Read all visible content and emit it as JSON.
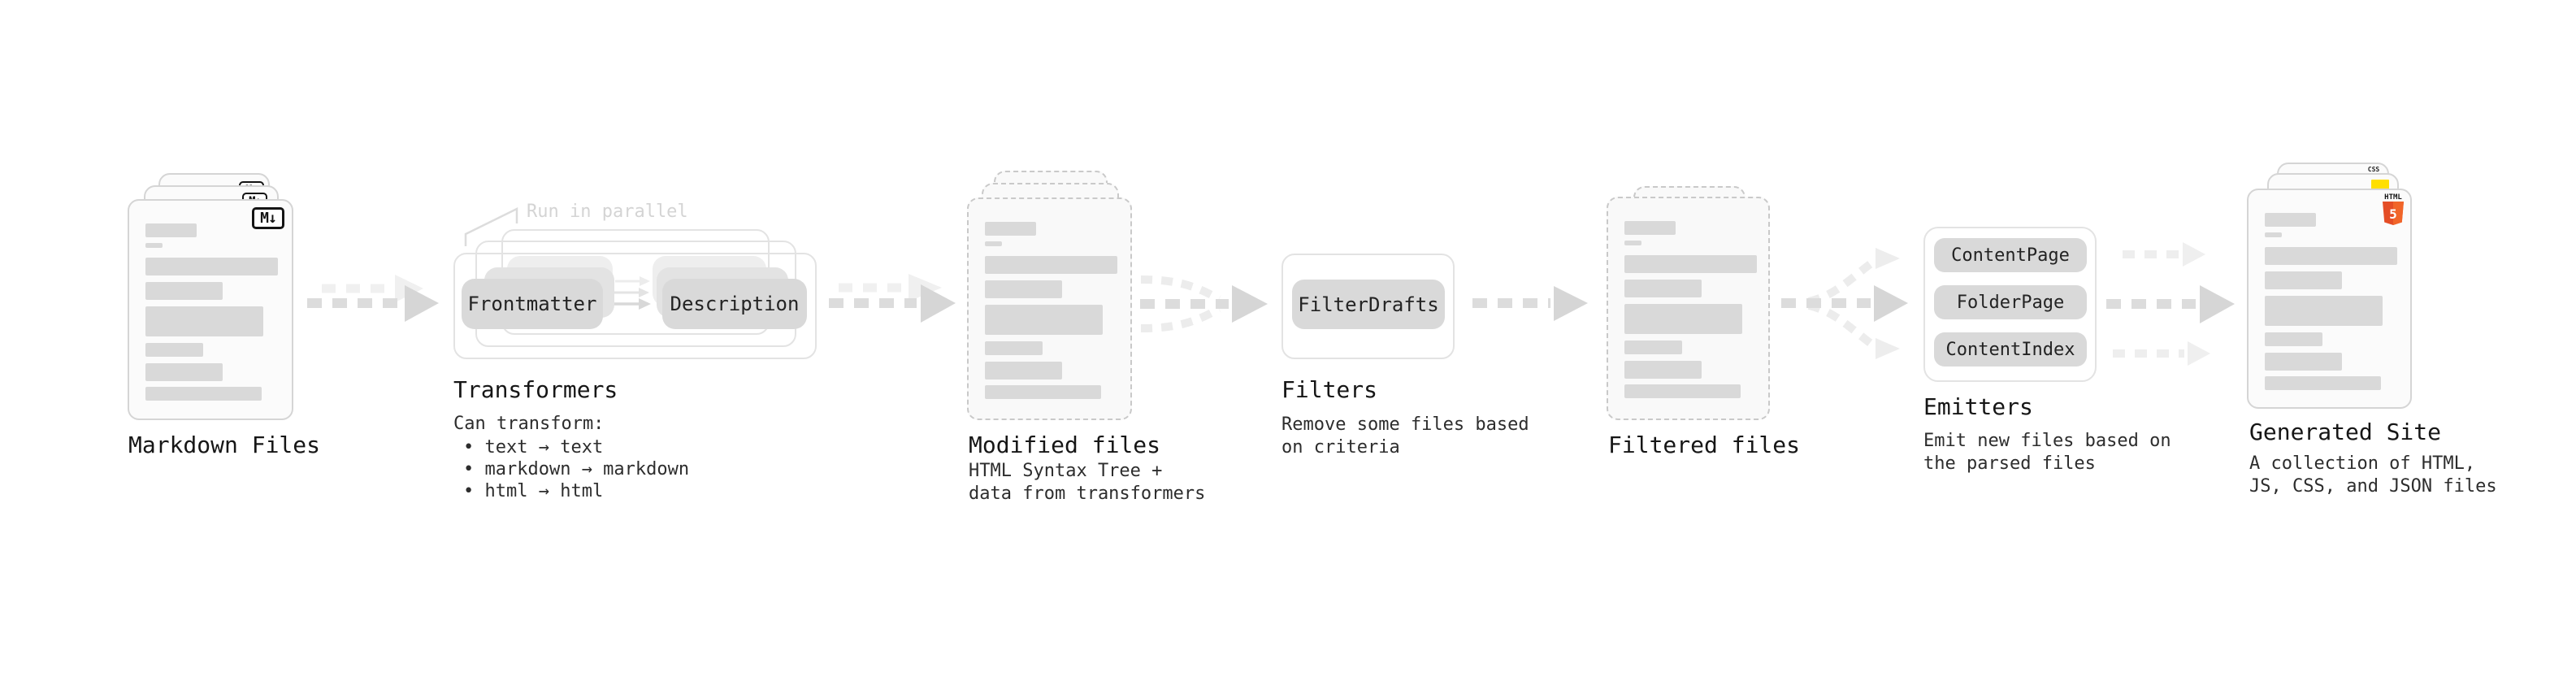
{
  "stages": {
    "markdown_files": {
      "label": "Markdown Files",
      "file_icon": "M↓"
    },
    "transformers": {
      "label": "Transformers",
      "note": "Run in parallel",
      "pill_left": "Frontmatter",
      "pill_right": "Description",
      "desc_heading": "Can transform:",
      "bullets": [
        "• text → text",
        "• markdown → markdown",
        "• html → html"
      ]
    },
    "modified_files": {
      "label": "Modified files",
      "desc": [
        "HTML Syntax Tree +",
        "data from transformers"
      ]
    },
    "filters": {
      "label": "Filters",
      "pill": "FilterDrafts",
      "desc": [
        "Remove some files based",
        "on criteria"
      ]
    },
    "filtered_files": {
      "label": "Filtered files"
    },
    "emitters": {
      "label": "Emitters",
      "pills": [
        "ContentPage",
        "FolderPage",
        "ContentIndex"
      ],
      "desc": [
        "Emit new files based on",
        "the parsed files"
      ]
    },
    "generated_site": {
      "label": "Generated Site",
      "desc": [
        "A collection of HTML,",
        "JS, CSS, and JSON files"
      ],
      "badge_html_label": "HTML",
      "badge_html_number": "5",
      "badge_css_label": "CSS"
    }
  },
  "colors": {
    "html5_orange": "#e44d26",
    "html5_orange_light": "#f16529",
    "js_yellow": "#ffdf00",
    "css_blue": "#2d6ff0",
    "placeholder_gray": "#d9d9d9"
  }
}
